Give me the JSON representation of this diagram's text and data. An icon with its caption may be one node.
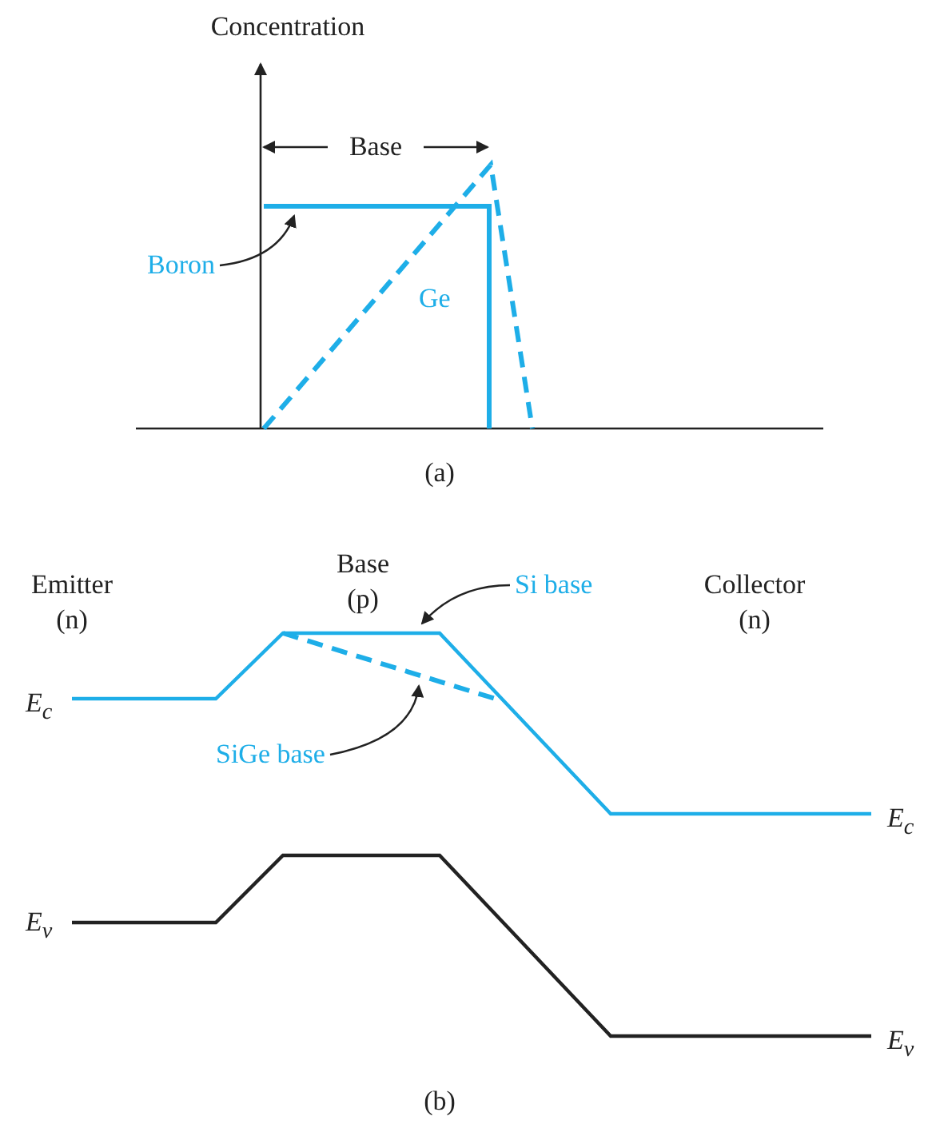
{
  "diagram": {
    "nodes": [
      {
        "text": [
          "Boron"
        ]
      },
      {
        "text": [
          "Si base"
        ]
      },
      {
        "text": [
          "SiGe base"
        ]
      }
    ],
    "edges": [
      {
        "from": 0,
        "to": null,
        "arrow": "to"
      },
      {
        "from": 1,
        "to": null,
        "arrow": "to"
      },
      {
        "from": 2,
        "to": null,
        "arrow": "to"
      }
    ],
    "labels": [
      "Concentration",
      "Base",
      "Ge",
      "(a)",
      "Emitter (n)",
      "Base (p)",
      "Collector (n)",
      "E$_{c}$",
      "E$_{c}$",
      "E$_{v}$",
      "E$_{v}$",
      "(b)"
    ]
  }
}
